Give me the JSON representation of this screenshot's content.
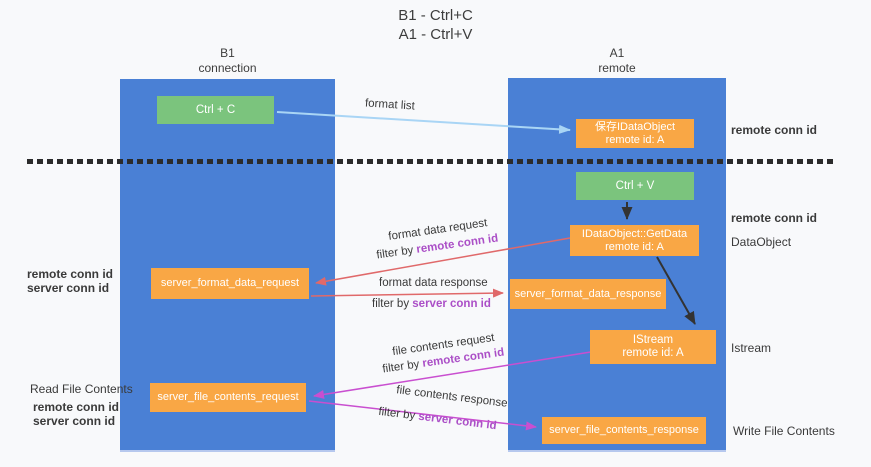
{
  "title": {
    "line1": "B1 - Ctrl+C",
    "line2": "A1 - Ctrl+V"
  },
  "lanes": {
    "left": {
      "name": "B1",
      "sub": "connection"
    },
    "right": {
      "name": "A1",
      "sub": "remote"
    }
  },
  "boxes": {
    "ctrl_c": "Ctrl + C",
    "ctrl_v": "Ctrl + V",
    "store_dataobject": {
      "line1": "保存IDataObject",
      "line2": "remote id: A"
    },
    "getdata": {
      "line1": "IDataObject::GetData",
      "line2": "remote id: A"
    },
    "istream": {
      "line1": "IStream",
      "line2": "remote id: A"
    },
    "format_request": "server_format_data_request",
    "format_response": "server_format_data_response",
    "file_request": "server_file_contents_request",
    "file_response": "server_file_contents_response"
  },
  "annotations": {
    "format_list": "format list",
    "format_data_request": "format data request",
    "format_data_response": "format data response",
    "file_contents_request": "file contents request",
    "file_contents_response": "file contents response",
    "filter_by": "filter by",
    "remote_conn_id": "remote conn id",
    "server_conn_id": "server conn id"
  },
  "side_labels": {
    "remote_conn_id": "remote conn id",
    "server_conn_id": "server conn id",
    "dataobject": "DataObject",
    "istream": "Istream",
    "read_file_contents": "Read File Contents",
    "write_file_contents": "Write File Contents"
  },
  "colors": {
    "lane_blue": "#4a80d5",
    "box_orange": "#f9a745",
    "box_green": "#7bc47d",
    "arrow_light_blue": "#a9d5f5",
    "arrow_red": "#e0696a",
    "arrow_magenta": "#c94fd0",
    "arrow_black": "#333333",
    "text_purple": "#ab4fc7",
    "text_green": "#66bb6a"
  }
}
